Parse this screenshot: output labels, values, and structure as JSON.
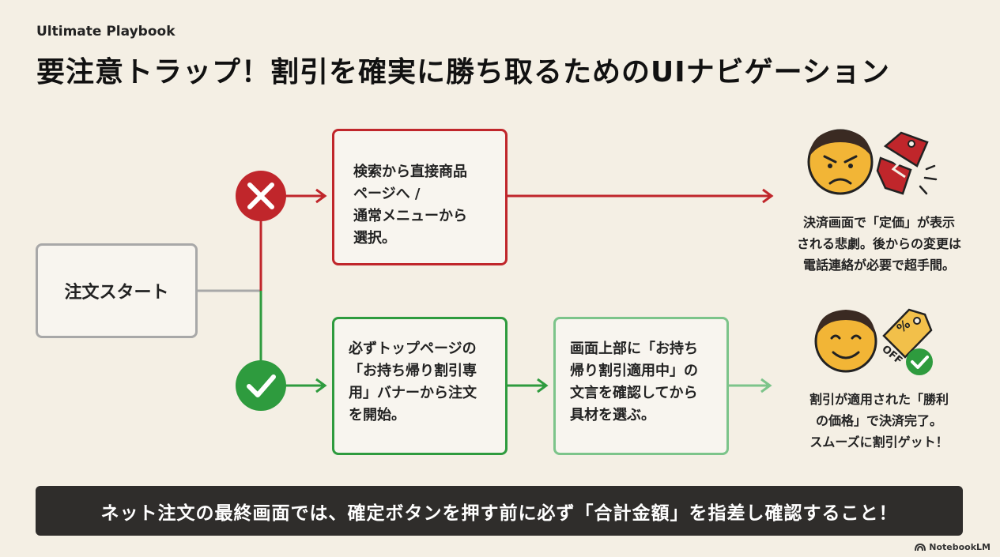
{
  "header": {
    "brand": "Ultimate Playbook",
    "title": "要注意トラップ！割引を確実に勝ち取るためのUIナビゲーション"
  },
  "flow": {
    "start_label": "注文スタート",
    "bad_path": {
      "icon": "cross-icon",
      "color": "#c0262b",
      "step_lines": [
        "検索から直接商品",
        "ページへ /",
        "通常メニューから",
        "選択。"
      ],
      "result_lines": [
        "決済画面で「定価」が表示",
        "される悲劇。後からの変更は",
        "電話連絡が必要で超手間。"
      ],
      "illustration": [
        "angry-face-icon",
        "broken-price-tag-icon"
      ]
    },
    "good_path": {
      "icon": "check-icon",
      "color": "#2e9b3e",
      "step1_lines": [
        "必ずトップページの",
        "「お持ち帰り割引専",
        "用」バナーから注文",
        "を開始。"
      ],
      "step2_lines": [
        "画面上部に「お持ち",
        "帰り割引適用中」の",
        "文言を確認してから",
        "具材を選ぶ。"
      ],
      "result_lines": [
        "割引が適用された「勝利",
        "の価格」で決済完了。",
        "スムーズに割引ゲット！"
      ],
      "illustration": [
        "smiling-face-icon",
        "discount-tag-icon"
      ],
      "tag_text": "OFF",
      "tag_symbol": "%"
    }
  },
  "footer": {
    "banner": "ネット注文の最終画面では、確定ボタンを押す前に必ず「合計金額」を指差し確認すること！",
    "credit": "NotebookLM"
  }
}
